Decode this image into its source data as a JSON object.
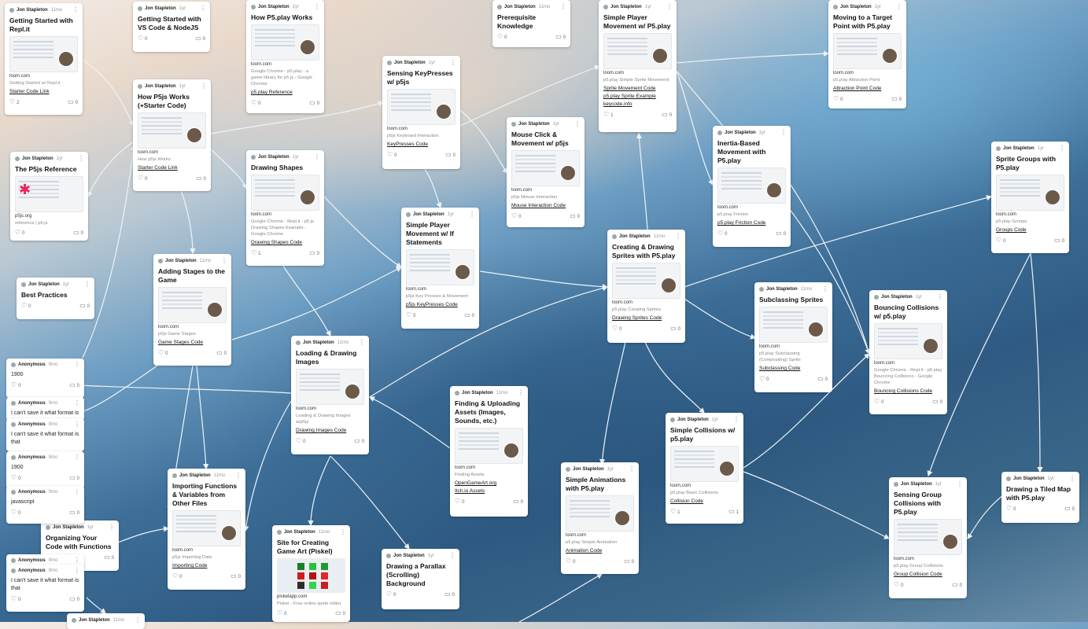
{
  "cards": [
    {
      "id": "replit",
      "author": "Jon Stapleton",
      "ago": "11mo",
      "title": "Getting Started with Repl.it",
      "src": "loom.com",
      "desc": "Getting Started w/ Repl.it",
      "links": [
        "Starter Code Link"
      ],
      "likes": "2",
      "comments": "0"
    },
    {
      "id": "vscode",
      "author": "Jon Stapleton",
      "ago": "1yr",
      "title": "Getting Started with VS Code & NodeJS",
      "likes": "0",
      "comments": "0"
    },
    {
      "id": "howp5play",
      "author": "Jon Stapleton",
      "ago": "1yr",
      "title": "How P5.play Works",
      "src": "loom.com",
      "desc": "Google Chrome - p5.play - a game library for p5.js - Google Chrome",
      "links": [
        "p5.play Reference"
      ],
      "likes": "0",
      "comments": "0"
    },
    {
      "id": "prereq",
      "author": "Jon Stapleton",
      "ago": "11mo",
      "title": "Prerequisite Knowledge",
      "likes": "0",
      "comments": "0"
    },
    {
      "id": "simplemove",
      "author": "Jon Stapleton",
      "ago": "1yr",
      "title": "Simple Player Movement w/ P5.play",
      "src": "loom.com",
      "desc": "p5.play Simple Sprite Movement",
      "links": [
        "Sprite Movement Code",
        "p5.play Sprite Example",
        "keycode.info"
      ],
      "likes": "1",
      "comments": "0"
    },
    {
      "id": "target",
      "author": "Jon Stapleton",
      "ago": "1yr",
      "title": "Moving to a Target Point with P5.play",
      "src": "loom.com",
      "desc": "p5.play Attraction Point",
      "links": [
        "Attraction Point Code"
      ],
      "likes": "0",
      "comments": "0"
    },
    {
      "id": "howp5js",
      "author": "Jon Stapleton",
      "ago": "1yr",
      "title": "How P5js Works (+Starter Code)",
      "src": "loom.com",
      "desc": "How p5js Works",
      "links": [
        "Starter Code Link"
      ],
      "likes": "0",
      "comments": "0"
    },
    {
      "id": "keypress",
      "author": "Jon Stapleton",
      "ago": "1yr",
      "title": "Sensing KeyPresses w/ p5js",
      "src": "loom.com",
      "desc": "p5js Keyboard Interaction",
      "links": [
        "KeyPresses Code"
      ],
      "likes": "0",
      "comments": "0"
    },
    {
      "id": "mouse",
      "author": "Jon Stapleton",
      "ago": "1yr",
      "title": "Mouse Click & Movement w/ p5js",
      "src": "loom.com",
      "desc": "p5js Mouse Interaction",
      "links": [
        "Mouse Interaction Code"
      ],
      "likes": "0",
      "comments": "0"
    },
    {
      "id": "inertia",
      "author": "Jon Stapleton",
      "ago": "1yr",
      "title": "Inertia-Based Movement with P5.play",
      "src": "loom.com",
      "desc": "p5.play Friction",
      "links": [
        "p5.play Friction Code"
      ],
      "likes": "0",
      "comments": "0"
    },
    {
      "id": "groups",
      "author": "Jon Stapleton",
      "ago": "1yr",
      "title": "Sprite Groups with P5.play",
      "src": "loom.com",
      "desc": "p5.play Groups",
      "links": [
        "Groups Code"
      ],
      "likes": "0",
      "comments": "0"
    },
    {
      "id": "p5ref",
      "author": "Jon Stapleton",
      "ago": "1yr",
      "title": "The P5js Reference",
      "src": "p5js.org",
      "desc": "reference | p5.js",
      "likes": "0",
      "comments": "0"
    },
    {
      "id": "shapes",
      "author": "Jon Stapleton",
      "ago": "1yr",
      "title": "Drawing Shapes",
      "src": "loom.com",
      "desc": "Google Chrome - Repl.it - p5.js Drawing Shapes Example - Google Chrome",
      "links": [
        "Drawing Shapes Code"
      ],
      "likes": "1",
      "comments": "0"
    },
    {
      "id": "ifstate",
      "author": "Jon Stapleton",
      "ago": "1yr",
      "title": "Simple Player Movement w/ If Statements",
      "src": "loom.com",
      "desc": "p5js Key Presses & Movement",
      "links": [
        "p5js KeyPresses Code"
      ],
      "likes": "0",
      "comments": "0"
    },
    {
      "id": "sprites",
      "author": "Jon Stapleton",
      "ago": "11mo",
      "title": "Creating & Drawing Sprites with P5.play",
      "src": "loom.com",
      "desc": "p5.play Creating Sprites",
      "links": [
        "Drawing Sprites Code"
      ],
      "likes": "0",
      "comments": "0"
    },
    {
      "id": "best",
      "author": "Jon Stapleton",
      "ago": "1yr",
      "title": "Best Practices",
      "likes": "0",
      "comments": "0"
    },
    {
      "id": "stages",
      "author": "Jon Stapleton",
      "ago": "11mo",
      "title": "Adding Stages to the Game",
      "src": "loom.com",
      "desc": "p5js Game Stages",
      "links": [
        "Game Stages Code"
      ],
      "likes": "0",
      "comments": "0"
    },
    {
      "id": "subclass",
      "author": "Jon Stapleton",
      "ago": "11mo",
      "title": "Subclassing Sprites",
      "src": "loom.com",
      "desc": "p5.play Subclassing (Compositing) Sprite",
      "links": [
        "Subclassing Code"
      ],
      "likes": "0",
      "comments": "0"
    },
    {
      "id": "bounce",
      "author": "Jon Stapleton",
      "ago": "1yr",
      "title": "Bouncing Collisions w/ p5.play",
      "src": "loom.com",
      "desc": "Google Chrome - Repl.it - p5.play Bouncing Collisions - Google Chrome",
      "links": [
        "Bouncing Collisions Code"
      ],
      "likes": "0",
      "comments": "0"
    },
    {
      "id": "images",
      "author": "Jon Stapleton",
      "ago": "11mo",
      "title": "Loading & Drawing Images",
      "src": "loom.com",
      "desc": "Loading & Drawing Images w/p5js",
      "links": [
        "Drawing Images Code"
      ],
      "likes": "0",
      "comments": "0"
    },
    {
      "id": "assets",
      "author": "Jon Stapleton",
      "ago": "11mo",
      "title": "Finding & Uploading Assets (Images, Sounds, etc.)",
      "src": "loom.com",
      "desc": "Finding Assets",
      "links": [
        "OpenGameArt.org",
        "Itch.io Assets"
      ],
      "likes": "0",
      "comments": "0"
    },
    {
      "id": "collisions",
      "author": "Jon Stapleton",
      "ago": "1yr",
      "title": "Simple Collisions w/ p5.play",
      "src": "loom.com",
      "desc": "p5.play Basic Collisions",
      "links": [
        "Collision Code"
      ],
      "likes": "1",
      "comments": "1"
    },
    {
      "id": "animations",
      "author": "Jon Stapleton",
      "ago": "1yr",
      "title": "Simple Animations with P5.play",
      "src": "loom.com",
      "desc": "p5.play Simple Animation",
      "links": [
        "Animation Code"
      ],
      "likes": "0",
      "comments": "0"
    },
    {
      "id": "importing",
      "author": "Jon Stapleton",
      "ago": "11mo",
      "title": "Importing Functions & Variables from Other Files",
      "src": "loom.com",
      "desc": "p5js Importing Data",
      "links": [
        "Importing Code"
      ],
      "likes": "0",
      "comments": "0"
    },
    {
      "id": "piskel",
      "author": "Jon Stapleton",
      "ago": "11mo",
      "title": "Site for Creating Game Art (Piskel)",
      "src": "piskelapp.com",
      "desc": "Piskel - Free online sprite editor",
      "likes": "0",
      "comments": "0"
    },
    {
      "id": "parallax",
      "author": "Jon Stapleton",
      "ago": "1yr",
      "title": "Drawing a Parallax (Scrolling) Background",
      "likes": "0",
      "comments": "0"
    },
    {
      "id": "groupcoll",
      "author": "Jon Stapleton",
      "ago": "1yr",
      "title": "Sensing Group Collisions with P5.play",
      "src": "loom.com",
      "desc": "p5.play Group Collisions",
      "links": [
        "Group Collision Code"
      ],
      "likes": "0",
      "comments": "0"
    },
    {
      "id": "tiled",
      "author": "Jon Stapleton",
      "ago": "1yr",
      "title": "Drawing a Tiled Map with P5.play",
      "likes": "0",
      "comments": "0"
    },
    {
      "id": "organizing",
      "author": "Jon Stapleton",
      "ago": "1yr",
      "title": "Organizing Your Code with Functions",
      "likes": "0",
      "comments": "0"
    },
    {
      "id": "bottomstub",
      "author": "Jon Stapleton",
      "ago": "11mo"
    }
  ],
  "comments": [
    {
      "id": "a1",
      "author": "Anonymous",
      "ago": "9mo",
      "text": "1900",
      "likes": "0",
      "comments": "0"
    },
    {
      "id": "a2",
      "author": "Anonymous",
      "ago": "9mo",
      "text": "I can't save it what format is that"
    },
    {
      "id": "a3",
      "author": "Anonymous",
      "ago": "9mo",
      "text": "I can't save it what format is that"
    },
    {
      "id": "a4",
      "author": "Anonymous",
      "ago": "9mo",
      "text": "1900",
      "likes": "0",
      "comments": "0"
    },
    {
      "id": "a5",
      "author": "Anonymous",
      "ago": "9mo",
      "text": "javascript",
      "likes": "0",
      "comments": "0"
    },
    {
      "id": "a6",
      "author": "Anonymous",
      "ago": "9mo",
      "text": ""
    },
    {
      "id": "a7",
      "author": "Anonymous",
      "ago": "9mo",
      "text": "I can't save it what format is that",
      "likes": "0",
      "comments": "0"
    }
  ],
  "colors": {
    "card": "#ffffff",
    "line": "#e8eef3",
    "text": "#111111",
    "accent_pink": "#ed225d"
  }
}
